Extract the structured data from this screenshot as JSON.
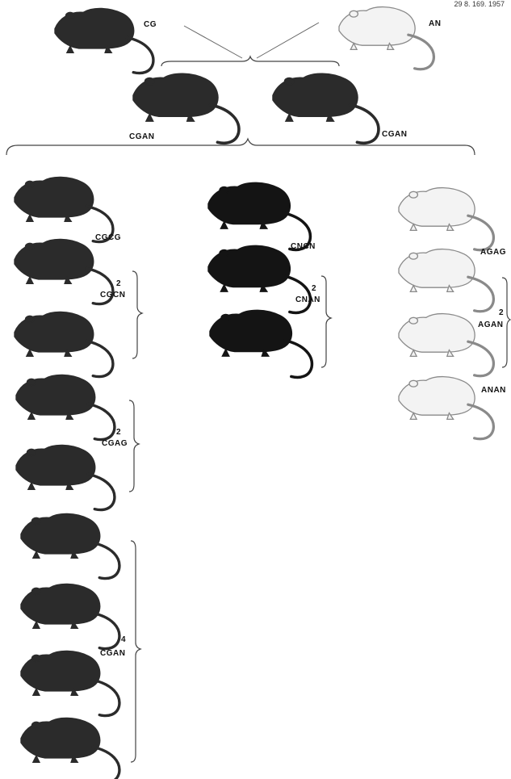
{
  "reference": "29 8. 169. 1957",
  "colors": {
    "black": "#141414",
    "agouti": "#2b2b2b",
    "albino": "#f3f3f3",
    "albino_stroke": "#8a8a8a"
  },
  "parents": [
    {
      "label": "CG",
      "coat": "agouti"
    },
    {
      "label": "AN",
      "coat": "albino"
    }
  ],
  "f1": [
    {
      "label": "CGAN",
      "coat": "agouti"
    },
    {
      "label": "CGAN",
      "coat": "agouti"
    }
  ],
  "f2_columns": [
    {
      "groups": [
        {
          "label": "CGCG",
          "count": "",
          "coat": "agouti"
        },
        {
          "label": "CGCN",
          "count": "2",
          "coat": "agouti"
        },
        {
          "label": "CGAG",
          "count": "2",
          "coat": "agouti"
        },
        {
          "label": "CGAN",
          "count": "4",
          "coat": "agouti"
        }
      ]
    },
    {
      "groups": [
        {
          "label": "CNCN",
          "count": "",
          "coat": "black"
        },
        {
          "label": "CNAN",
          "count": "2",
          "coat": "black"
        }
      ]
    },
    {
      "groups": [
        {
          "label": "AGAG",
          "count": "",
          "coat": "albino"
        },
        {
          "label": "AGAN",
          "count": "2",
          "coat": "albino"
        },
        {
          "label": "ANAN",
          "count": "",
          "coat": "albino"
        }
      ]
    }
  ]
}
